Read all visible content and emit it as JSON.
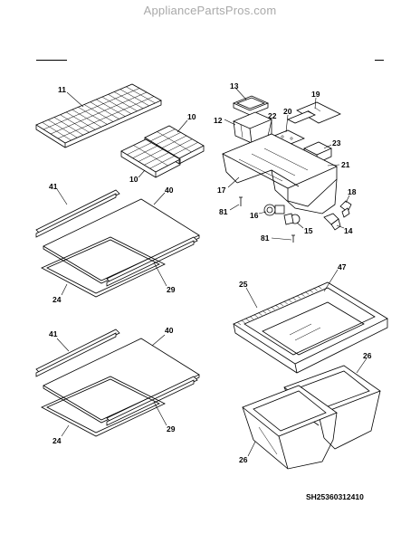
{
  "header": {
    "site_title": "AppliancePartsPros.com"
  },
  "diagram_code": "SH25360312410",
  "labels": {
    "p11": "11",
    "p10a": "10",
    "p10b": "10",
    "p13": "13",
    "p12": "12",
    "p22": "22",
    "p20": "20",
    "p19": "19",
    "p23": "23",
    "p21": "21",
    "p17": "17",
    "p18": "18",
    "p81a": "81",
    "p16": "16",
    "p15": "15",
    "p14": "14",
    "p81b": "81",
    "p41a": "41",
    "p40a": "40",
    "p29a": "29",
    "p24a": "24",
    "p25": "25",
    "p47": "47",
    "p41b": "41",
    "p40b": "40",
    "p29b": "29",
    "p24b": "24",
    "p26a": "26",
    "p26b": "26"
  }
}
